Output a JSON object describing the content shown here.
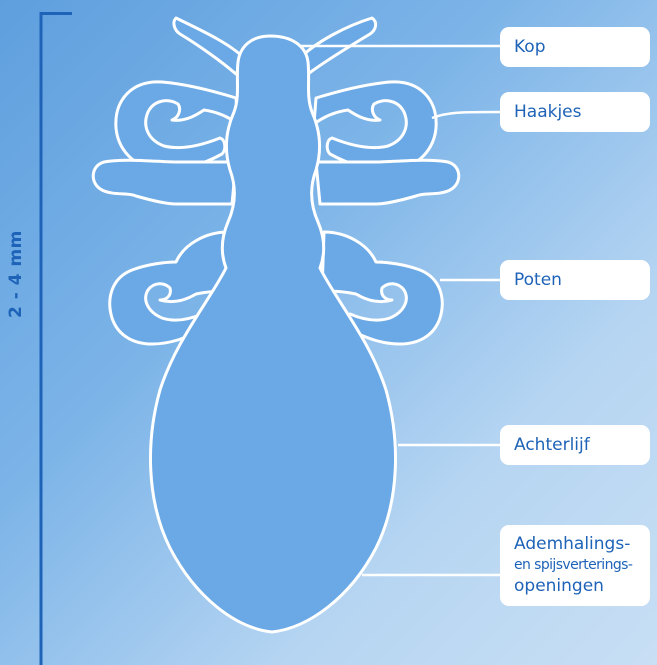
{
  "scale": {
    "text": "2 - 4 mm"
  },
  "labels": {
    "kop": "Kop",
    "haakjes": "Haakjes",
    "poten": "Poten",
    "achterlijf": "Achterlijf",
    "openingen_line1": "Ademhalings-",
    "openingen_line2": "en spijsverterings-",
    "openingen_line3": "openingen"
  },
  "colors": {
    "background": "#7cb4e8",
    "body_fill": "#6aa8e6",
    "outline": "#ffffff",
    "label_text": "#1e63b8",
    "scale_line": "#1e63b8"
  }
}
